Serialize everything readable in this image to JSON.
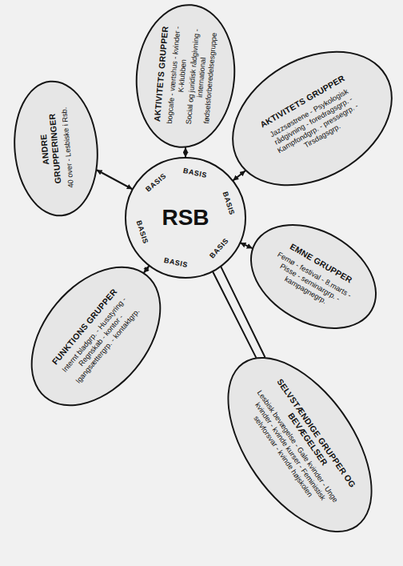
{
  "diagram": {
    "nodes": [
      {
        "text": [
          "RSB",
          "BASIS",
          "BASIS",
          "BASIS",
          "BASIS",
          "BASIS",
          "BASIS"
        ]
      },
      {
        "text": [
          "AKTIVITETS GRUPPER",
          "bogcafe - værtshus - kvinder - K-klubben",
          "Social og juridisk rådgivning - international fødselsforberedelsesgruppe"
        ]
      },
      {
        "text": [
          "AKTIVITETS GRUPPER",
          "Jazzsøstrene - Psykologisk rådgivning - foredragsgrp. - Kampfondgrp. - pressegrp. - Tirsdagsgrp."
        ]
      },
      {
        "text": [
          "EMNE GRUPPER",
          "Femø - festival - 8.marts - Pisse - seminargrp. - kampagnegrp."
        ]
      },
      {
        "text": [
          "FUNKTIONS GRUPPER",
          "Internt bladgrp. - Husstyring - Regnskab - kontor - Igangsættergrp. - kontaktgrp."
        ]
      },
      {
        "text": [
          "ANDRE GRUPPERINGER",
          "40 over - Lesbiske i Rsb."
        ]
      },
      {
        "text": [
          "SELVSTÆNDIGE GRUPPER OG BEVÆGELSER",
          "Lesbisk bevægelse - Gale kvinder - Unge kvinder - kvinde kurser - Feministisk selvforsvar - kvinde højskolen"
        ]
      }
    ],
    "edges": [
      {
        "from": 0,
        "to": 1,
        "arrow": "both"
      },
      {
        "from": 0,
        "to": 2,
        "arrow": "both"
      },
      {
        "from": 0,
        "to": 3,
        "arrow": "both"
      },
      {
        "from": 0,
        "to": 4,
        "arrow": "both"
      },
      {
        "from": 0,
        "to": 5,
        "arrow": "both"
      },
      {
        "from": 0,
        "to": 6,
        "arrow": "none"
      }
    ]
  }
}
